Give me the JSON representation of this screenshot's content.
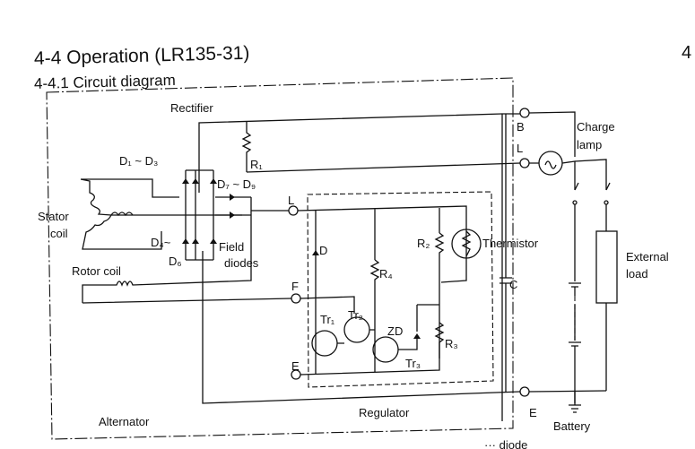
{
  "document": {
    "section_title": "4-4 Operation (LR135-31)",
    "subsection_title": "4-4.1 Circuit diagram",
    "corner_mark": "4"
  },
  "diagram": {
    "blocks": {
      "rectifier": "Rectifier",
      "alternator": "Alternator",
      "regulator": "Regulator",
      "battery": "Battery",
      "external_load": [
        "External",
        "load"
      ],
      "charge_lamp": [
        "Charge",
        "lamp"
      ],
      "stator_coil": [
        "Stator",
        "coil"
      ],
      "rotor_coil": "Rotor coil",
      "field_diodes": [
        "Field",
        "diodes"
      ],
      "thermistor": "Thermistor"
    },
    "terminals": {
      "B": "B",
      "L_out": "L",
      "L_reg": "L",
      "F": "F",
      "E_reg": "E",
      "E_out": "E"
    },
    "components": {
      "D1_D3": "D₁ ~ D₃",
      "D7_D9": "D₇ ~ D₉",
      "D4": "D₄~",
      "D6": "D₆",
      "D": "D",
      "R1": "R₁",
      "R2": "R₂",
      "R3": "R₃",
      "R4": "R₄",
      "ZD": "ZD",
      "Tr1": "Tr₁",
      "Tr2": "Tr₂",
      "Tr3": "Tr₃",
      "C": "C"
    },
    "cut_off_caption": "··· diode"
  }
}
